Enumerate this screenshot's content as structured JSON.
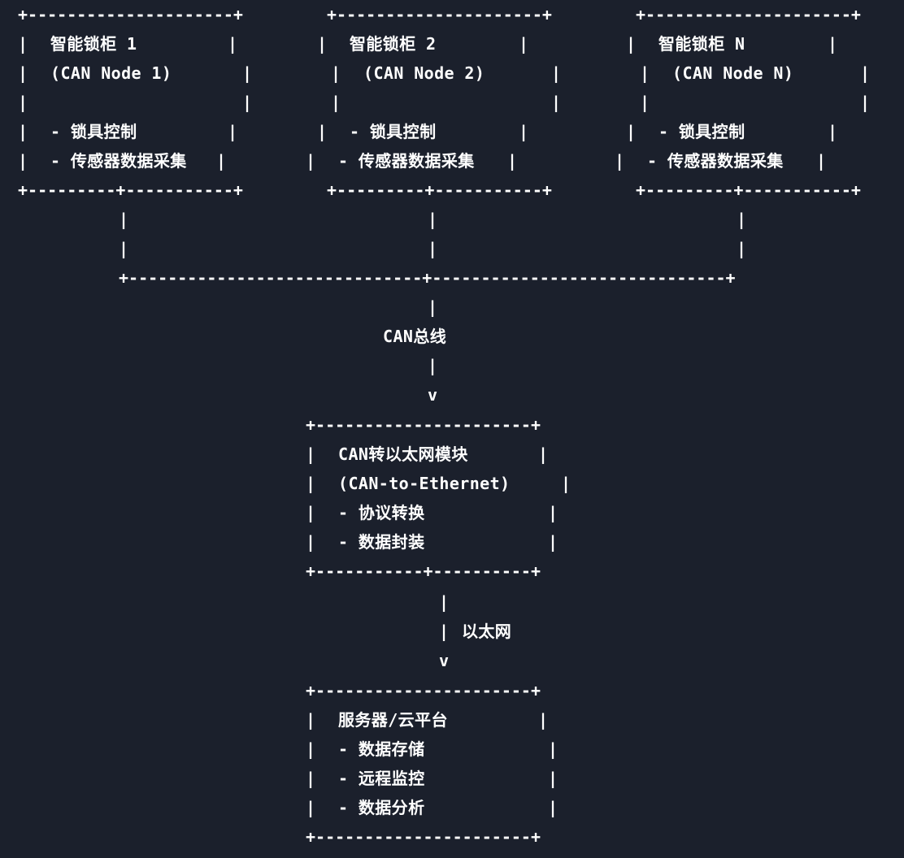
{
  "lock_cabinets": [
    {
      "title": "智能锁柜 1",
      "node_label": "(CAN Node 1)",
      "functions": [
        "- 锁具控制",
        "- 传感器数据采集"
      ]
    },
    {
      "title": "智能锁柜 2",
      "node_label": "(CAN Node 2)",
      "functions": [
        "- 锁具控制",
        "- 传感器数据采集"
      ]
    },
    {
      "title": "智能锁柜 N",
      "node_label": "(CAN Node N)",
      "functions": [
        "- 锁具控制",
        "- 传感器数据采集"
      ]
    }
  ],
  "can_bus_label": "CAN总线",
  "converter_module": {
    "title": "CAN转以太网模块",
    "subtitle": "(CAN-to-Ethernet)",
    "functions": [
      "- 协议转换",
      "- 数据封装"
    ]
  },
  "ethernet_label": "以太网",
  "server": {
    "title": "服务器/云平台",
    "functions": [
      "- 数据存储",
      "- 远程监控",
      "- 数据分析"
    ]
  },
  "ascii": {
    "top_border": "+---------------------+",
    "tee_border": "+---------+-----------+",
    "pipe": "|",
    "arrow": "v",
    "bus_line": "+------------------------------+------------------------------+",
    "converter_border_top": "+----------------------+",
    "converter_border_bottom": "+-----------+----------+"
  }
}
